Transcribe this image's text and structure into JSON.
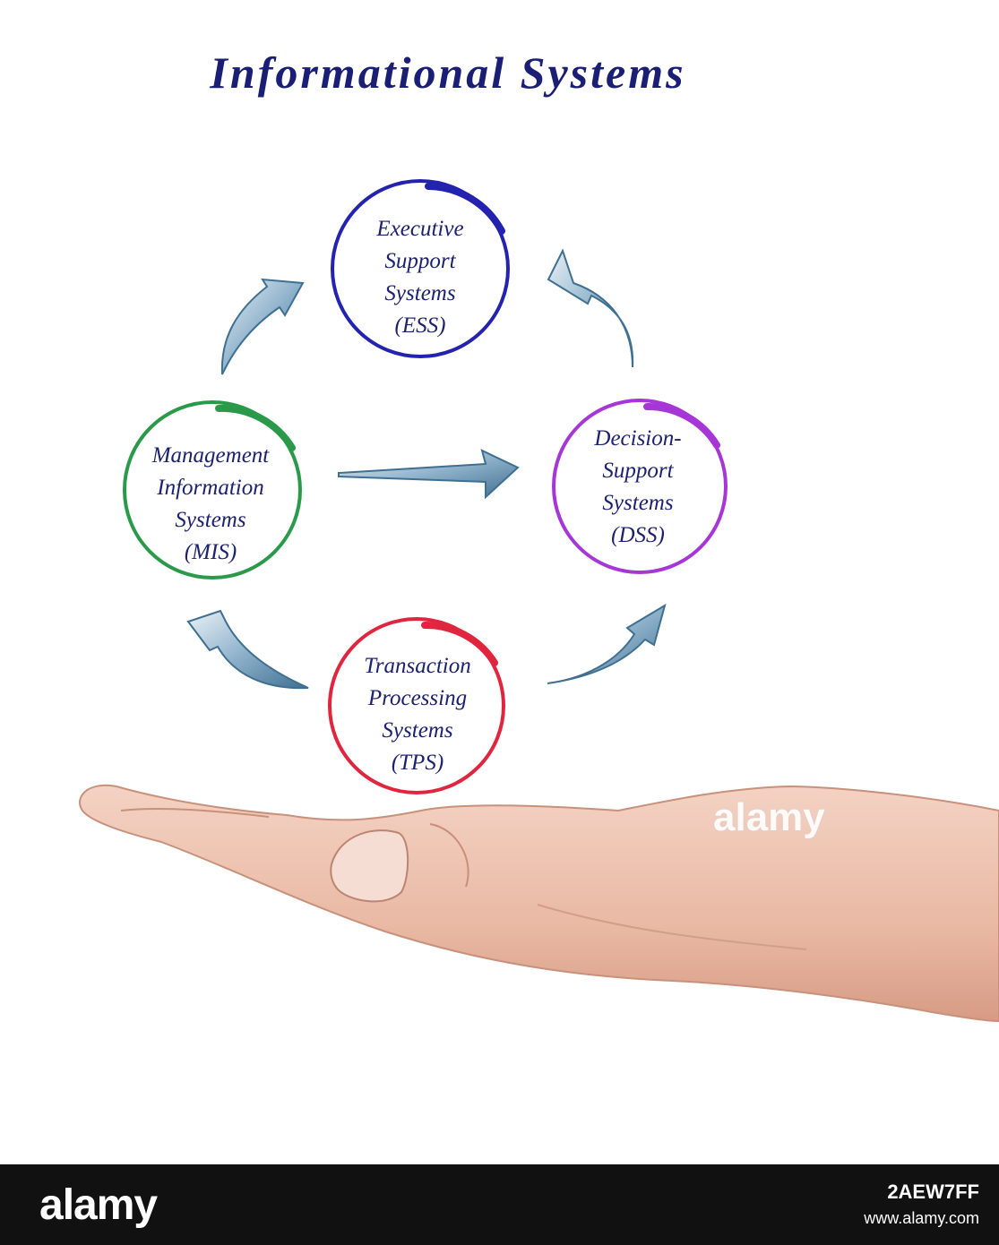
{
  "title": "Informational Systems",
  "nodes": {
    "ess": {
      "lines": [
        "Executive",
        "Support",
        "Systems",
        "(ESS)"
      ],
      "color": "#2323b0"
    },
    "dss": {
      "lines": [
        "Decision-",
        "Support",
        "Systems",
        "(DSS)"
      ],
      "color": "#a637d6"
    },
    "mis": {
      "lines": [
        "Management",
        "Information",
        "Systems",
        "(MIS)"
      ],
      "color": "#2a9a4a"
    },
    "tps": {
      "lines": [
        "Transaction",
        "Processing",
        "Systems",
        "(TPS)"
      ],
      "color": "#e0263f"
    }
  },
  "arrows": [
    {
      "from": "MIS",
      "to": "ESS"
    },
    {
      "from": "DSS",
      "to": "ESS"
    },
    {
      "from": "MIS",
      "to": "DSS"
    },
    {
      "from": "TPS",
      "to": "MIS"
    },
    {
      "from": "TPS",
      "to": "DSS"
    }
  ],
  "arrow_color": "#5d8fb0",
  "watermark_brand": "alamy",
  "footer": {
    "logo": "alamy",
    "image_id": "2AEW7FF",
    "url": "www.alamy.com"
  }
}
